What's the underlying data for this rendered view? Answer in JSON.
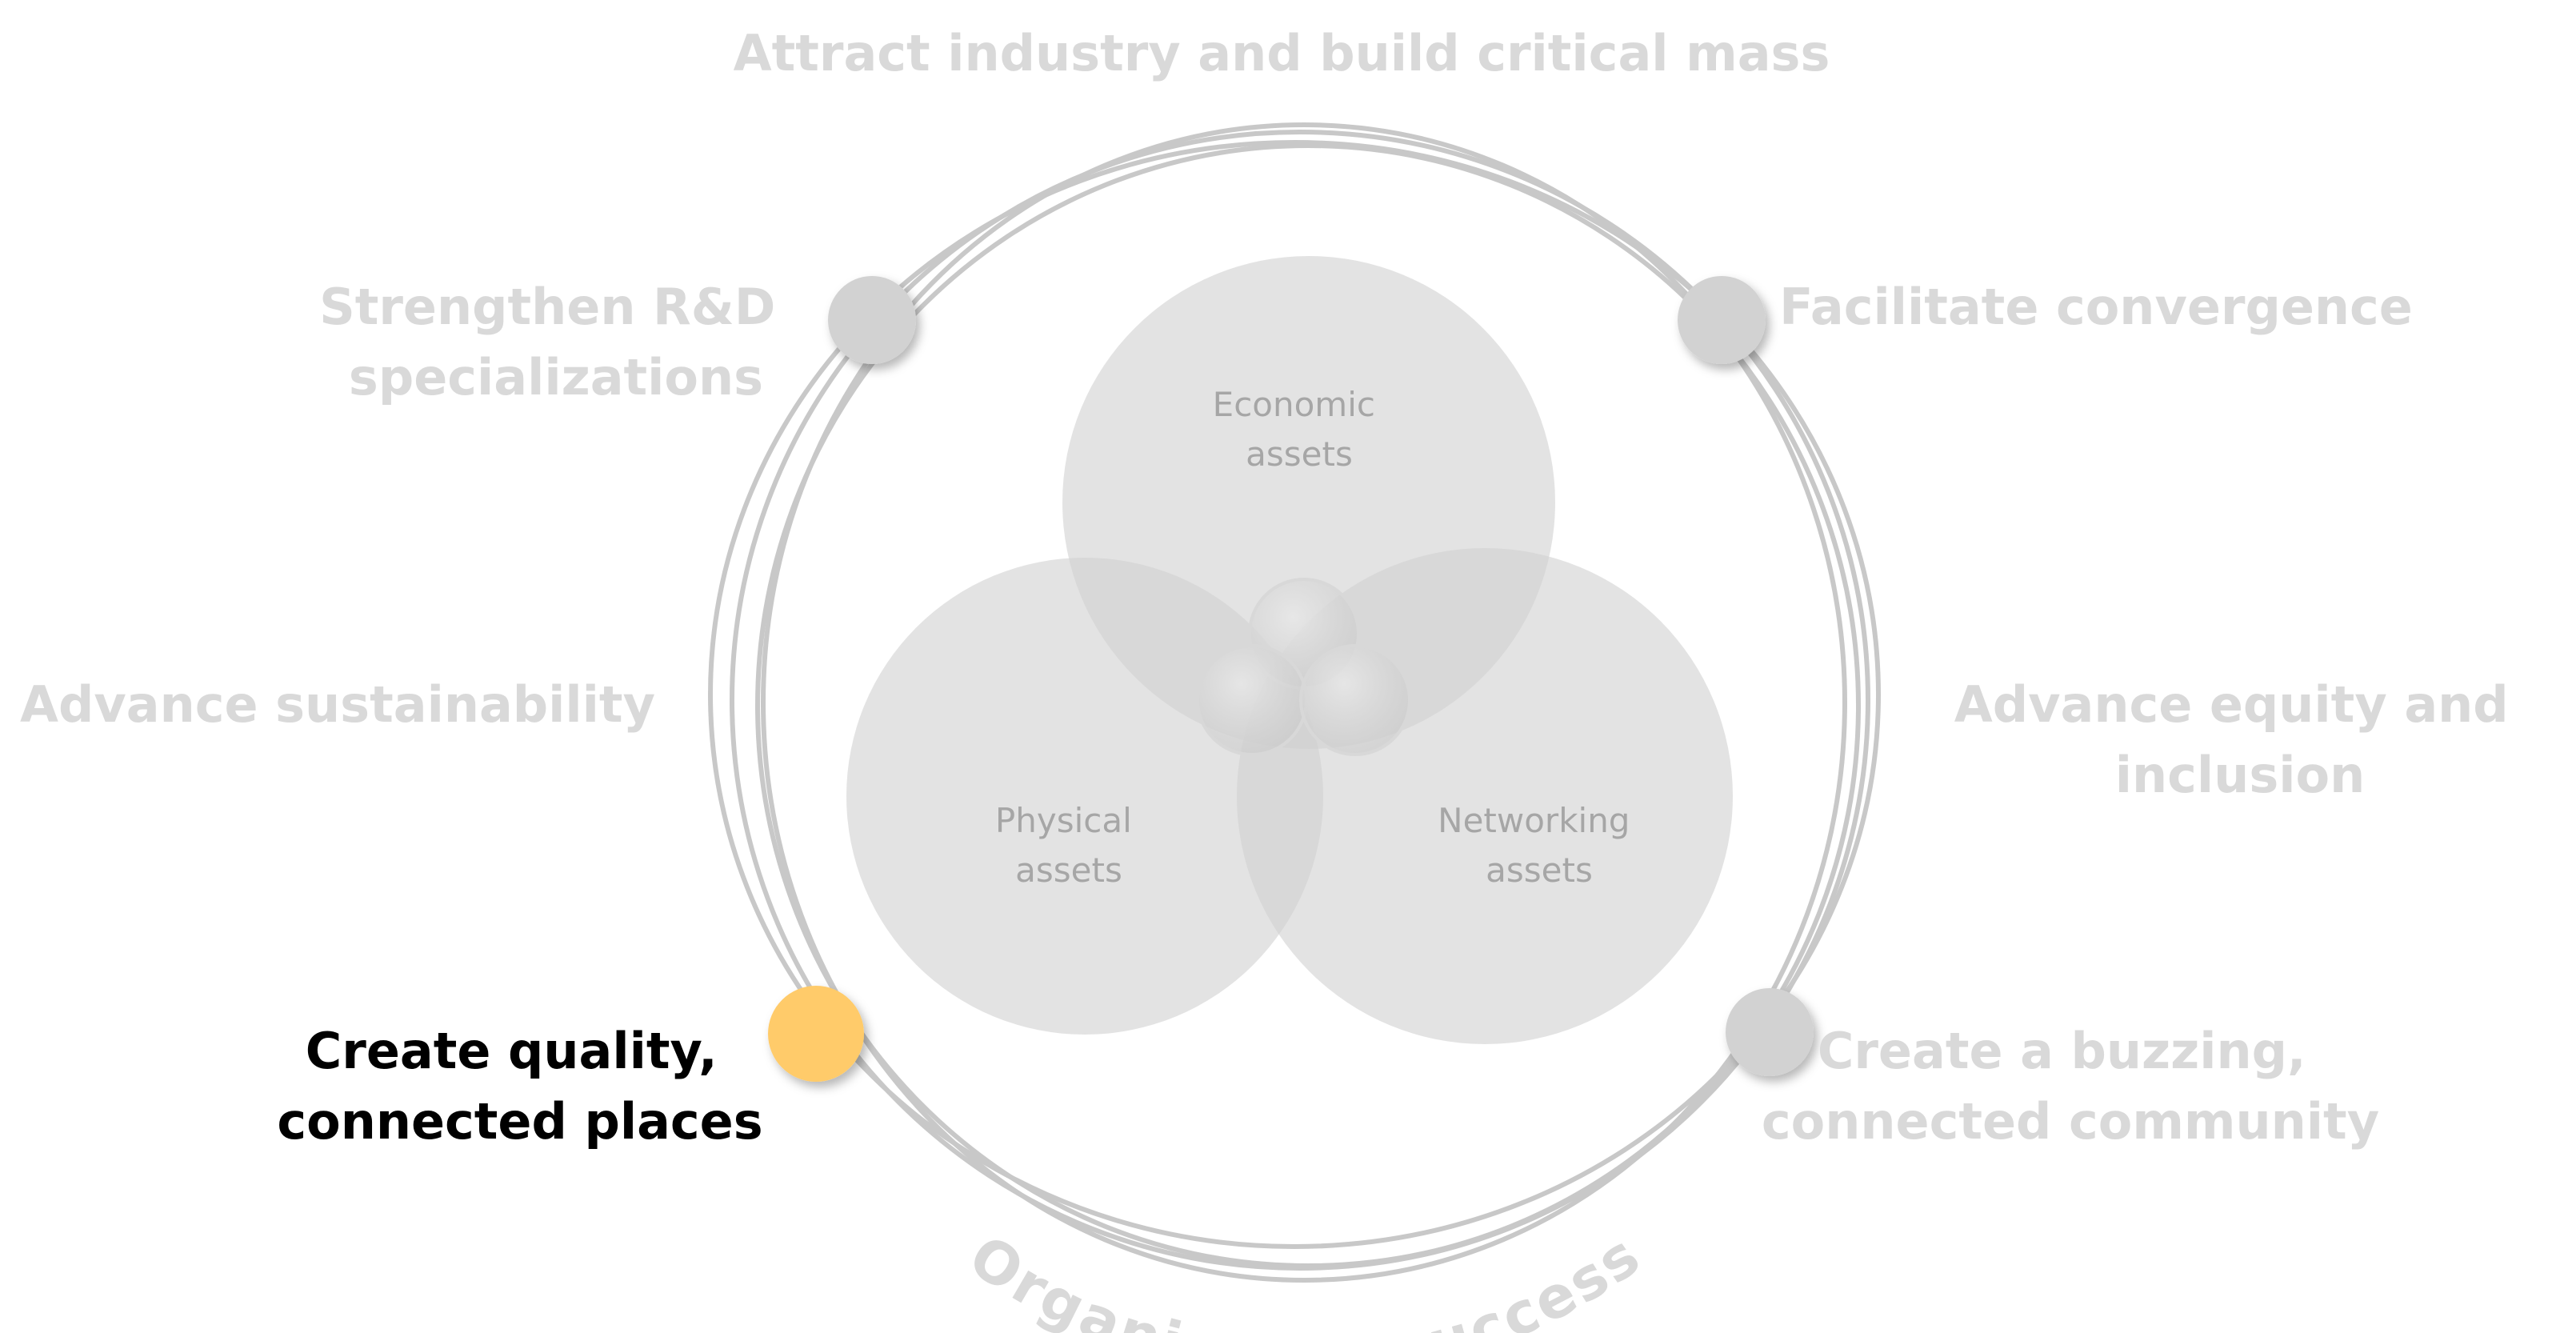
{
  "colors": {
    "muted_text": "#d9d9d9",
    "active_text": "#000000",
    "asset_text": "#a6a6a6",
    "node": "#d2d2d2",
    "node_active": "#ffcb6b",
    "asset_fill": "#d0d0d0",
    "ring": "#c8c8c8"
  },
  "strategies": {
    "top": {
      "lines": [
        "Attract industry and build critical mass"
      ],
      "active": false
    },
    "upper_left": {
      "lines": [
        "Strengthen R&D",
        "specializations"
      ],
      "active": false
    },
    "upper_right": {
      "lines": [
        "Facilitate convergence"
      ],
      "active": false
    },
    "mid_left": {
      "lines": [
        "Advance sustainability"
      ],
      "active": false
    },
    "mid_right": {
      "lines": [
        "Advance equity and",
        "inclusion"
      ],
      "active": false
    },
    "lower_left": {
      "lines": [
        "Create quality,",
        "connected places"
      ],
      "active": true
    },
    "lower_right": {
      "lines": [
        "Create a buzzing,",
        "connected community"
      ],
      "active": false
    }
  },
  "ring_label": "Organize for success",
  "assets": {
    "economic": [
      "Economic",
      "assets"
    ],
    "physical": [
      "Physical",
      "assets"
    ],
    "networking": [
      "Networking",
      "assets"
    ]
  }
}
